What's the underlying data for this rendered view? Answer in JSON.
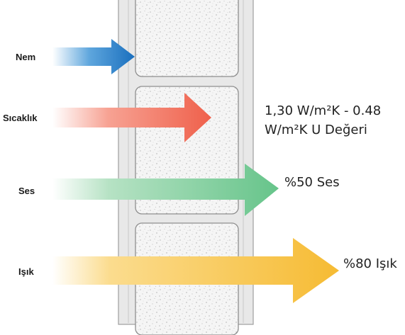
{
  "labels": {
    "nem": "Nem",
    "sicaklik": "Sıcaklık",
    "ses": "Ses",
    "isik": "Işık"
  },
  "results": {
    "u_value_line1": "1,30 W/m²K - 0.48",
    "u_value_line2": "W/m²K U Değeri",
    "ses": "%50 Ses",
    "isik": "%80 Işık"
  },
  "colors": {
    "nem_arrow": "#1a72c0",
    "sicaklik_arrow": "#f06a55",
    "ses_arrow": "#7ccf9a",
    "isik_arrow": "#f8c443",
    "frame": "#e6e6e6",
    "panel": "#f4f4f4"
  }
}
